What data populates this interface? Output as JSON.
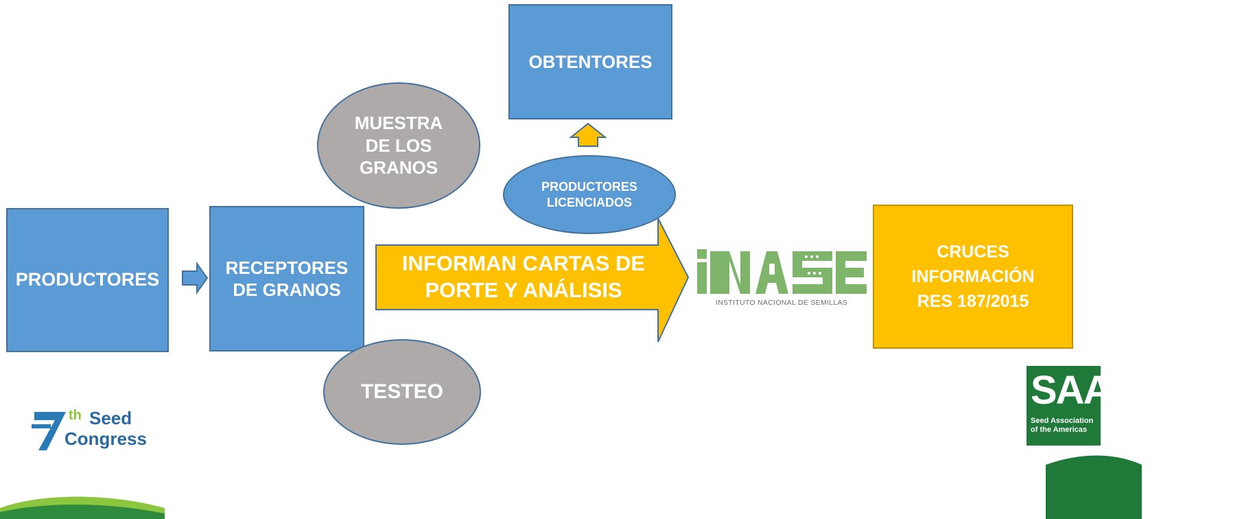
{
  "nodes": {
    "productores": "PRODUCTORES",
    "receptores": "RECEPTORES\nDE GRANOS",
    "muestra": "MUESTRA\nDE LOS\nGRANOS",
    "testeo": "TESTEO",
    "obtentores": "OBTENTORES",
    "licenciados": "PRODUCTORES\nLICENCIADOS",
    "cruces": "CRUCES\nINFORMACIÓN\nRES 187/2015"
  },
  "big_arrow_text": "INFORMAN CARTAS DE\nPORTE Y ANÁLISIS",
  "inase_logo": {
    "wordmark": "iNASE",
    "subtitle": "INSTITUTO NACIONAL DE SEMILLAS"
  },
  "congress_logo": {
    "number": "7",
    "suffix": "th",
    "line1": "Seed",
    "line2": "Congress"
  },
  "saa_logo": {
    "letters": "SAA",
    "line1": "Seed Association",
    "line2": "of the Americas"
  },
  "colors": {
    "blue": "#5b9bd5",
    "blue_border": "#41719c",
    "gold": "#ffc000",
    "grey": "#aeaaaa",
    "inase_green": "#7fb56a",
    "saa_green": "#1f7a3a"
  }
}
